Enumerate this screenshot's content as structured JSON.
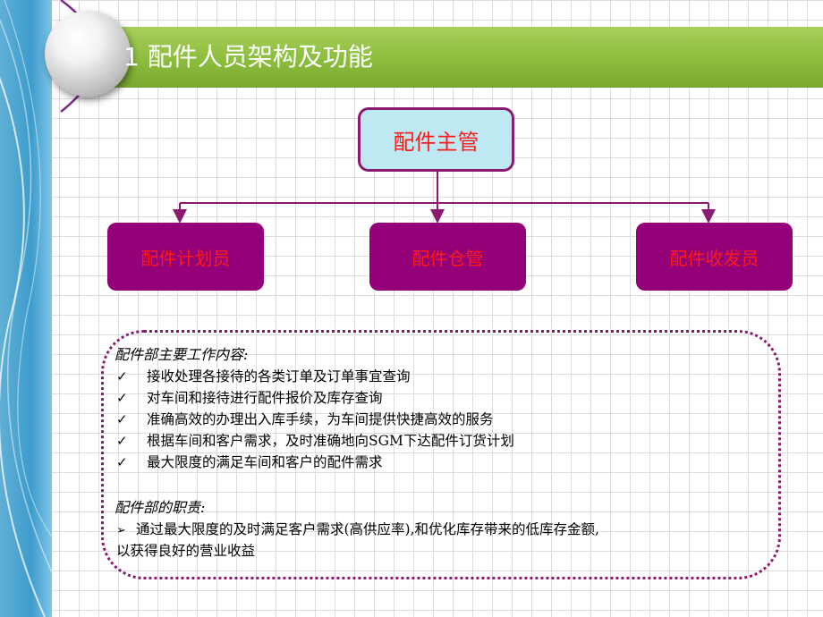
{
  "title": "1 配件人员架构及功能",
  "org": {
    "head": "配件主管",
    "children": [
      "配件计划员",
      "配件仓管",
      "配件收发员"
    ]
  },
  "duties": {
    "heading1": "配件部主要工作内容:",
    "items": [
      "接收处理各接待的各类订单及订单事宜查询",
      "对车间和接待进行配件报价及库存查询",
      "准确高效的办理出入库手续，为车间提供快捷高效的服务",
      "根据车间和客户需求，及时准确地向SGM下达配件订货计划",
      "最大限度的满足车间和客户的配件需求"
    ],
    "heading2": "配件部的职责:",
    "responsibility_line1": "通过最大限度的及时满足客户需求(高供应率),和优化库存带来的低库存金额,",
    "responsibility_line2": "以获得良好的营业收益"
  },
  "colors": {
    "title_bar": "#8cbd3c",
    "head_fill": "#bfe9f2",
    "child_fill": "#940077",
    "box_text": "#ff1a1a",
    "border": "#8a1a6e",
    "side_band": "#3e9ccc"
  },
  "icons": {
    "bullet": "check-icon",
    "sub_bullet": "arrow-right-icon"
  }
}
